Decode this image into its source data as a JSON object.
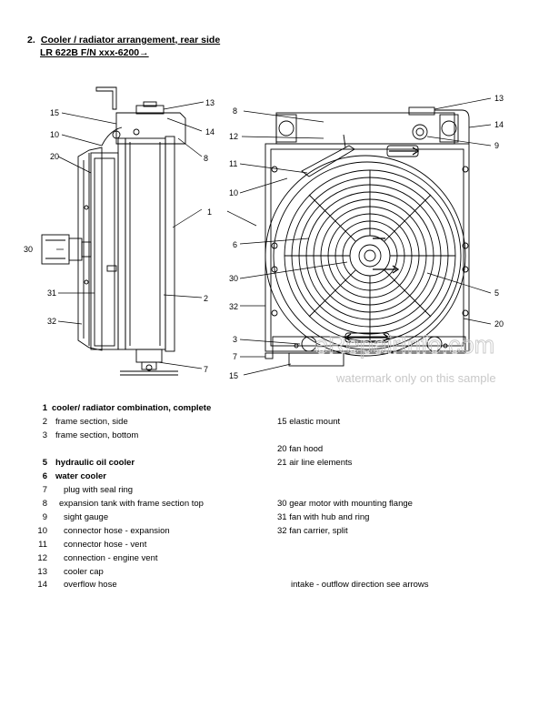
{
  "heading": {
    "number": "2.",
    "title": "Cooler / radiator arrangement, rear side",
    "subtitle": "LR 622B F/N xxx-6200→"
  },
  "callouts": {
    "c1": "1",
    "c2": "2",
    "c3": "3",
    "c5": "5",
    "c6": "6",
    "c7": "7",
    "c8": "8",
    "c9": "9",
    "c10": "10",
    "c11": "11",
    "c12": "12",
    "c13": "13",
    "c14": "14",
    "c15": "15",
    "c20": "20",
    "c30": "30",
    "c31": "31",
    "c32": "32"
  },
  "watermark": {
    "site": "eRepairInfo.com",
    "note": "watermark only on this sample"
  },
  "legend_left": [
    {
      "num": "1",
      "text": "cooler/ radiator combination, complete",
      "bold": true
    },
    {
      "num": "2",
      "text": "frame section, side",
      "bold": false
    },
    {
      "num": "3",
      "text": "frame section, bottom",
      "bold": false
    },
    {
      "num": "5",
      "text": "hydraulic oil cooler",
      "bold": true
    },
    {
      "num": "6",
      "text": "water cooler",
      "bold": true
    },
    {
      "num": "7",
      "text": "plug with seal ring",
      "bold": false
    },
    {
      "num": "8",
      "text": "expansion tank with frame section top",
      "bold": false
    },
    {
      "num": "9",
      "text": "sight gauge",
      "bold": false
    },
    {
      "num": "10",
      "text": "connector hose - expansion",
      "bold": false
    },
    {
      "num": "11",
      "text": "connector hose - vent",
      "bold": false
    },
    {
      "num": "12",
      "text": "connection - engine vent",
      "bold": false
    },
    {
      "num": "13",
      "text": "cooler cap",
      "bold": false
    },
    {
      "num": "14",
      "text": "overflow hose",
      "bold": false
    }
  ],
  "legend_right": [
    {
      "text": "15 elastic mount"
    },
    {
      "text": "20 fan hood"
    },
    {
      "text": "21 air line elements"
    },
    {
      "text": "30 gear motor with mounting flange"
    },
    {
      "text": "31 fan with hub and ring"
    },
    {
      "text": "32 fan carrier, split"
    },
    {
      "text": "intake - outflow direction see arrows"
    }
  ]
}
